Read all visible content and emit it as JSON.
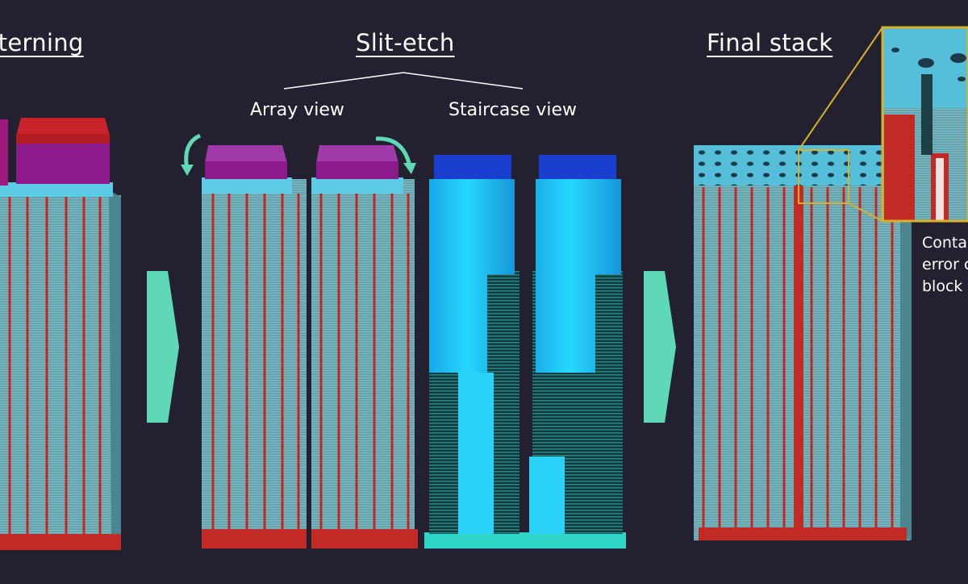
{
  "sections": {
    "patterning": {
      "title": "tterning"
    },
    "slit_etch": {
      "title": "Slit-etch",
      "array_view_label": "Array view",
      "staircase_view_label": "Staircase view"
    },
    "final_stack": {
      "title": "Final stack"
    }
  },
  "callout": {
    "lines": [
      "Conta",
      "error c",
      "block"
    ]
  },
  "colors": {
    "background": "#23212f",
    "stack_fill": "#5d9aa6",
    "stack_top": "#58c6e0",
    "channel_red": "#c92520",
    "mask_purple": "#8c1a8a",
    "mask_red": "#b31b22",
    "staircase_bright": "#22c8ff",
    "staircase_dark": "#0f3a40",
    "staircase_cap": "#1a3fd0",
    "arrow_mint": "#5fd8b8",
    "callout_frame": "#d8b12a"
  }
}
